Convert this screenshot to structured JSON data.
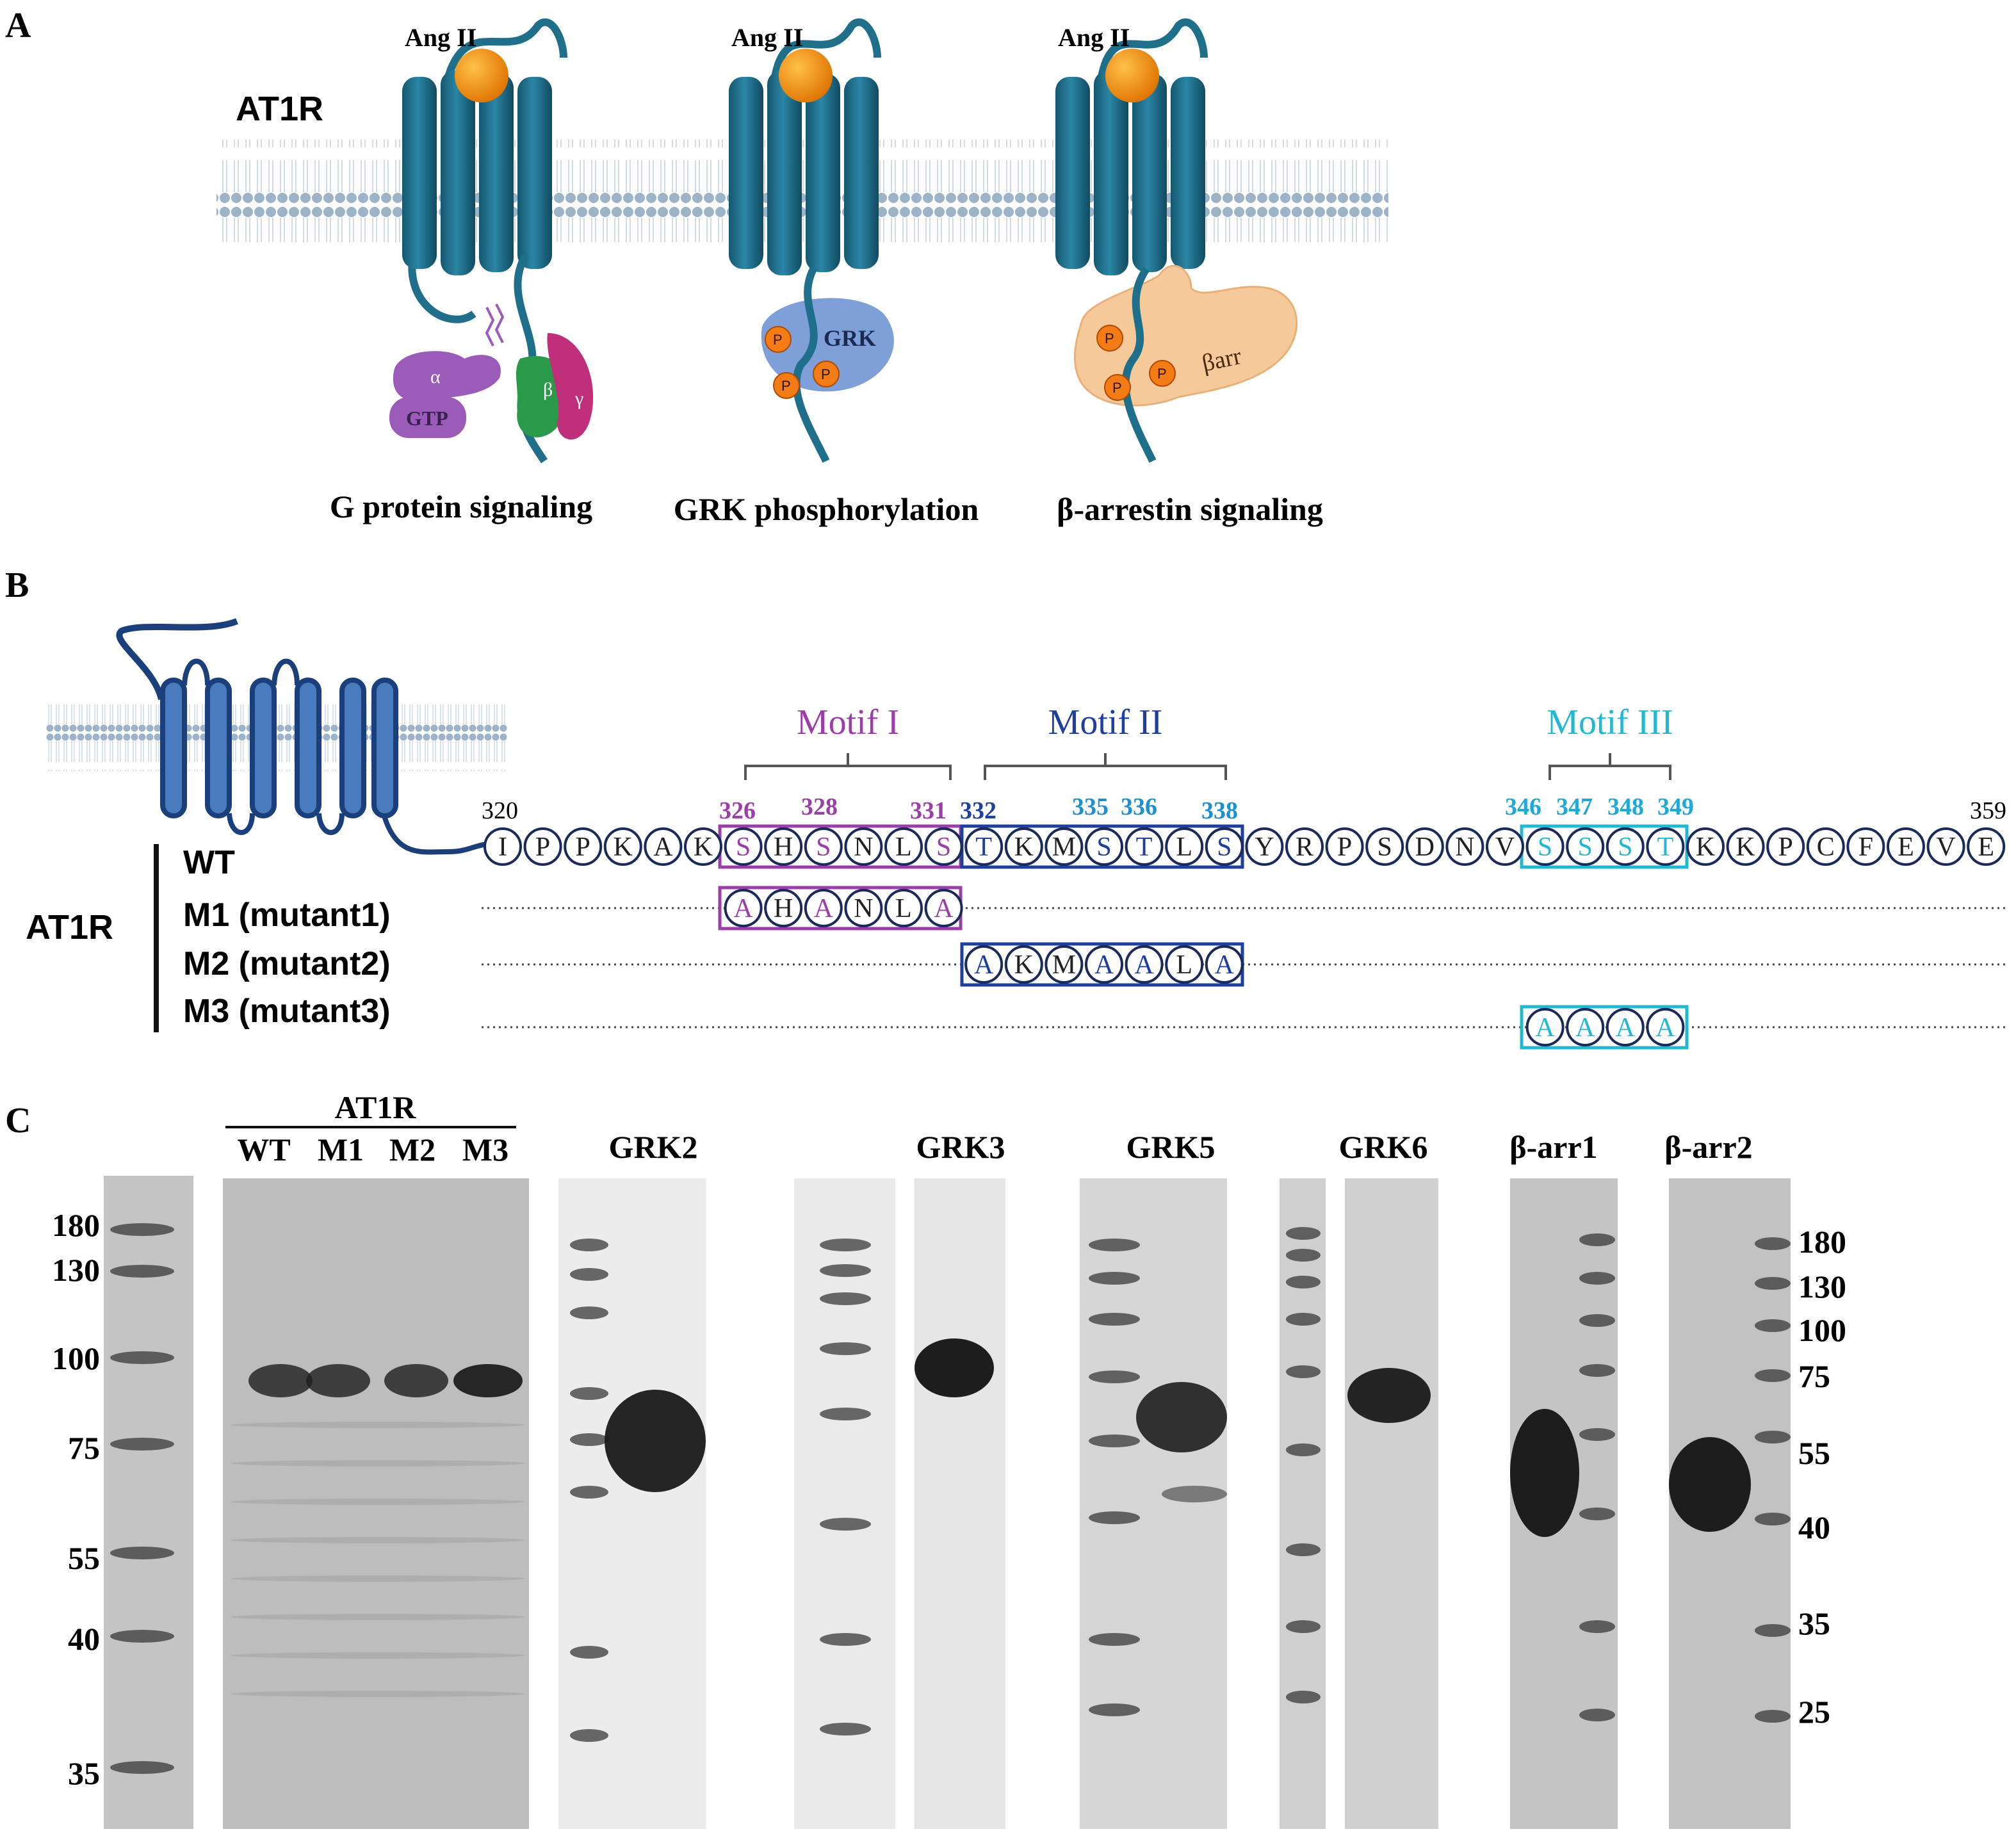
{
  "panel_letters": [
    "A",
    "B",
    "C"
  ],
  "panel_a": {
    "receptor_label": "AT1R",
    "ligand": "Ang II",
    "alpha": "α",
    "beta": "β",
    "gamma": "γ",
    "gtp": "GTP",
    "grk": "GRK",
    "barr": "βarr",
    "phospho": "P",
    "captions": [
      "G protein signaling",
      "GRK phosphorylation",
      "β-arrestin signaling"
    ]
  },
  "panel_b": {
    "motifs": [
      "Motif I",
      "Motif II",
      "Motif III"
    ],
    "group_label": "AT1R",
    "rows": [
      "WT",
      "M1 (mutant1)",
      "M2 (mutant2)",
      "M3 (mutant3)"
    ],
    "start_num": "320",
    "end_num": "359",
    "positions_m1": [
      "326",
      "328",
      "331"
    ],
    "positions_m2": [
      "332",
      "335",
      "336",
      "338"
    ],
    "positions_m3": [
      "346",
      "347",
      "348",
      "349"
    ],
    "wt_sequence": [
      "I",
      "P",
      "P",
      "K",
      "A",
      "K",
      "S",
      "H",
      "S",
      "N",
      "L",
      "S",
      "T",
      "K",
      "M",
      "S",
      "T",
      "L",
      "S",
      "Y",
      "R",
      "P",
      "S",
      "D",
      "N",
      "V",
      "S",
      "S",
      "S",
      "T",
      "K",
      "K",
      "P",
      "C",
      "F",
      "E",
      "V",
      "E"
    ],
    "m1_sequence": [
      "A",
      "H",
      "A",
      "N",
      "L",
      "A"
    ],
    "m2_sequence": [
      "A",
      "K",
      "M",
      "A",
      "A",
      "L",
      "A"
    ],
    "m3_sequence": [
      "A",
      "A",
      "A",
      "A"
    ]
  },
  "panel_c": {
    "group_label": "AT1R",
    "at1r_lanes": [
      "WT",
      "M1",
      "M2",
      "M3"
    ],
    "gel_labels": [
      "GRK2",
      "GRK3",
      "GRK5",
      "GRK6",
      "β-arr1",
      "β-arr2"
    ],
    "left_markers": [
      "180",
      "130",
      "100",
      "75",
      "55",
      "40",
      "35"
    ],
    "right_markers": [
      "180",
      "130",
      "100",
      "75",
      "55",
      "40",
      "35",
      "25"
    ]
  },
  "colors": {
    "receptor": "#1f6e8a",
    "ligand": "#f08c00",
    "membrane": "#9db3c8",
    "motif1": "#9b3fa8",
    "motif2": "#1f3f9e",
    "motif3": "#22b8d0",
    "g_alpha": "#9a5cb8",
    "g_beta": "#2a9a4a",
    "g_gamma": "#c0307a",
    "grk": "#7f9fd8",
    "barr": "#f6c99a",
    "phospho": "#f47c16"
  }
}
